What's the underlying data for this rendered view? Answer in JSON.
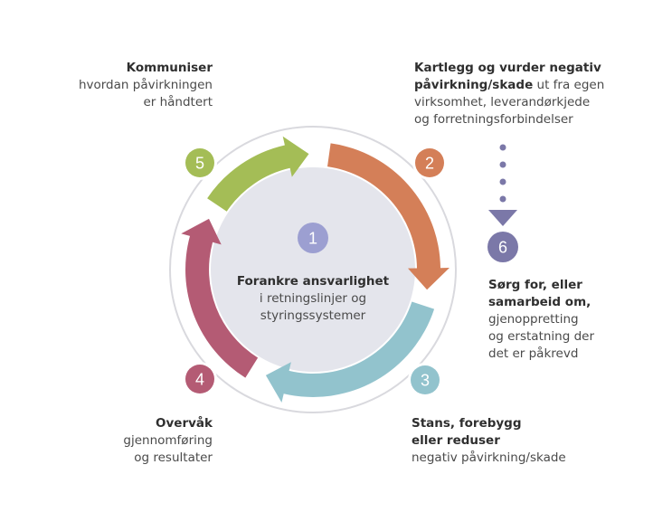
{
  "colors": {
    "step1": "#9c9fd1",
    "step2": "#d47f58",
    "step3": "#92c3cd",
    "step4": "#b45b74",
    "step5": "#a4bd56",
    "step6": "#7b78a8",
    "center_fill": "#e4e5ec",
    "ring": "#d9d9de"
  },
  "steps": {
    "s1": {
      "number": "1",
      "title": "Forankre ansvarlighet",
      "lines": [
        "i retningslinjer og",
        "styringssystemer"
      ]
    },
    "s2": {
      "number": "2",
      "title_lines": [
        "Kartlegg og vurder negativ",
        "påvirkning/skade"
      ],
      "inline_rest": " ut fra egen",
      "lines": [
        "virksomhet, leverandørkjede",
        "og forretningsforbindelser"
      ]
    },
    "s3": {
      "number": "3",
      "title_lines": [
        "Stans, forebygg",
        "eller reduser"
      ],
      "lines": [
        "negativ påvirkning/skade"
      ]
    },
    "s4": {
      "number": "4",
      "title": "Overvåk",
      "lines": [
        "gjennomføring",
        "og resultater"
      ]
    },
    "s5": {
      "number": "5",
      "title": "Kommuniser",
      "lines": [
        "hvordan påvirkningen",
        "er håndtert"
      ]
    },
    "s6": {
      "number": "6",
      "title_lines": [
        "Sørg for, eller",
        "samarbeid om,"
      ],
      "lines": [
        "gjenoppretting",
        "og erstatning der",
        "det er påkrevd"
      ]
    }
  }
}
